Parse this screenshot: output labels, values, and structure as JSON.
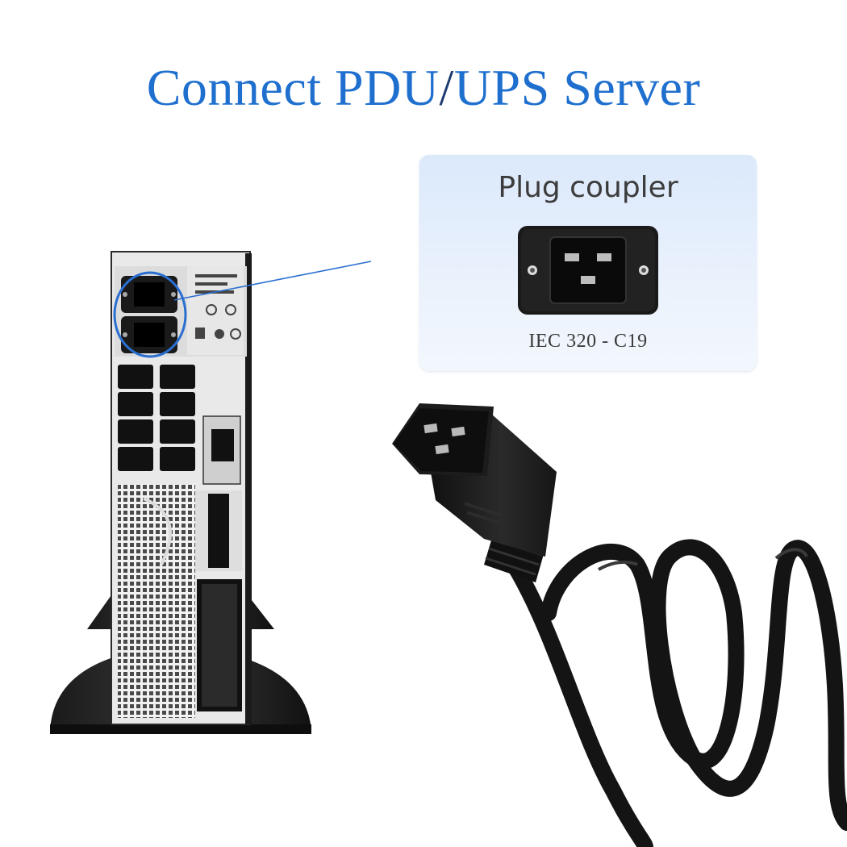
{
  "heading": {
    "part1": "Connect PDU",
    "slash": "/",
    "part2": "UPS Server"
  },
  "callout": {
    "title": "Plug coupler",
    "subtitle": "IEC 320 - C19"
  },
  "colors": {
    "heading": "#1f6fcf",
    "callout_bg": "#dde9fb",
    "highlight": "#2a6fd0",
    "cable": "#141414"
  },
  "icons": [
    "c19-socket-icon",
    "ups-unit",
    "power-cord-c20-plug"
  ]
}
